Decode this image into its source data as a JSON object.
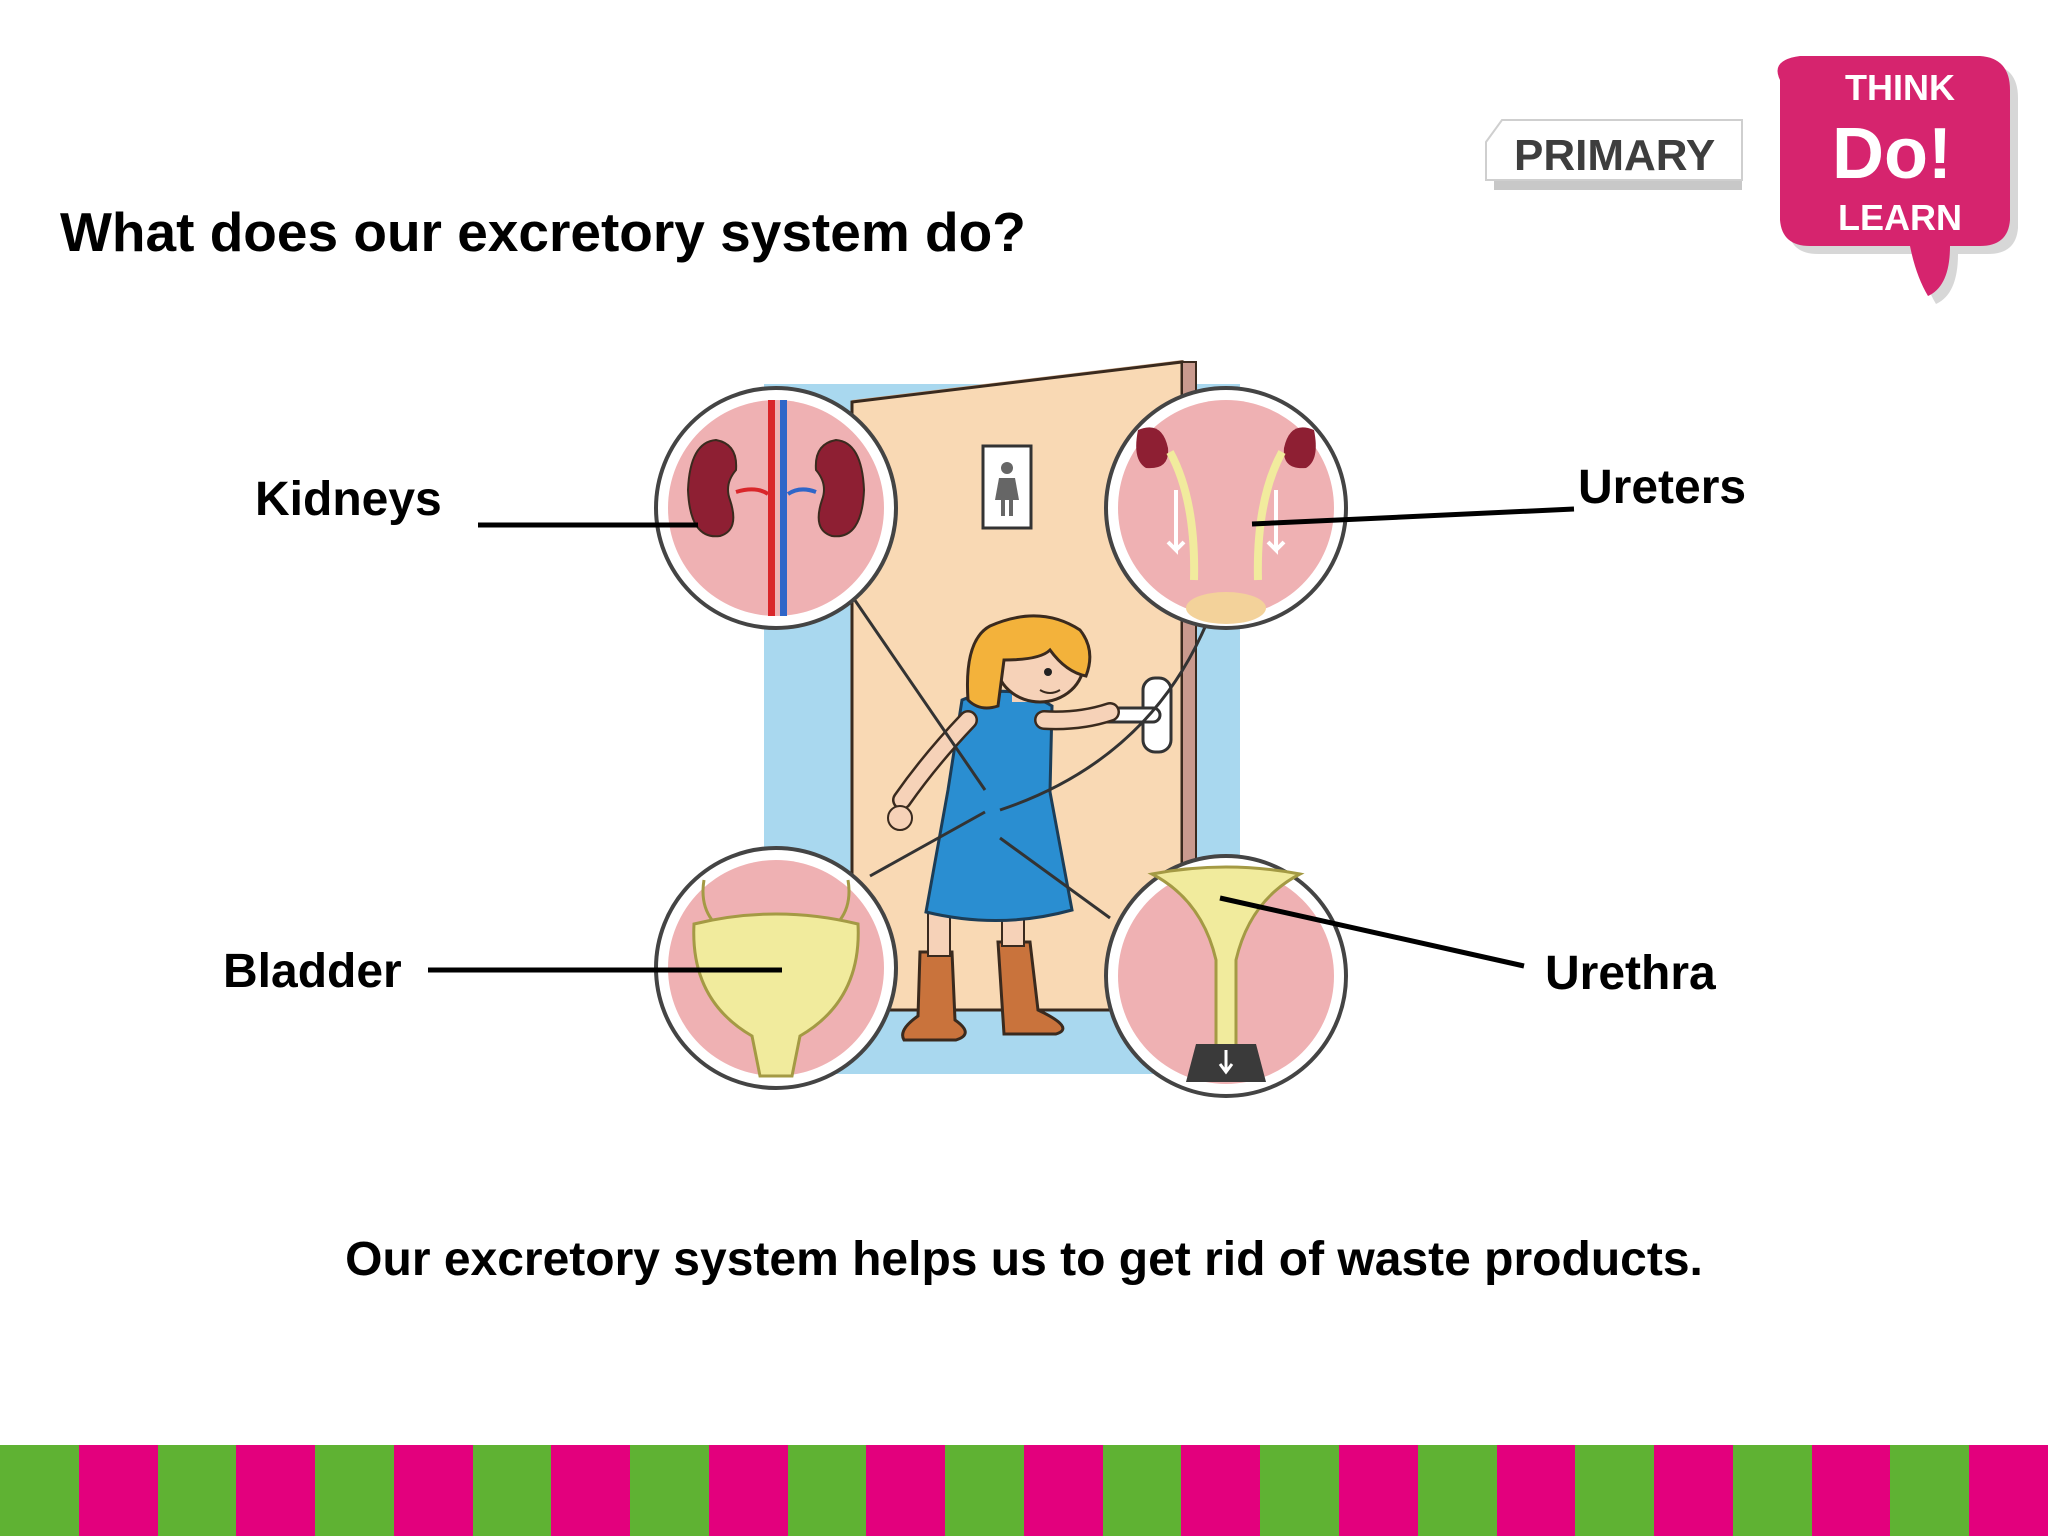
{
  "slide": {
    "title": "What does our excretory system do?",
    "caption": "Our excretory system helps us to get rid of waste products."
  },
  "labels": {
    "kidneys": "Kidneys",
    "ureters": "Ureters",
    "bladder": "Bladder",
    "urethra": "Urethra"
  },
  "logo": {
    "primary": "PRIMARY",
    "think": "THINK",
    "do": "Do!",
    "learn": "LEARN"
  },
  "icons": {
    "toilet_sign": "female-toilet-sign-icon"
  },
  "colors": {
    "brand_pink": "#d6246e",
    "stripe_green": "#5fb233",
    "stripe_pink": "#e3007d",
    "door": "#f9d9b4",
    "wall": "#a9d8ef",
    "dress": "#2a8ed1",
    "organ_bg": "#efb1b3",
    "kidney": "#8e1f33",
    "urine": "#f1eb9d"
  }
}
